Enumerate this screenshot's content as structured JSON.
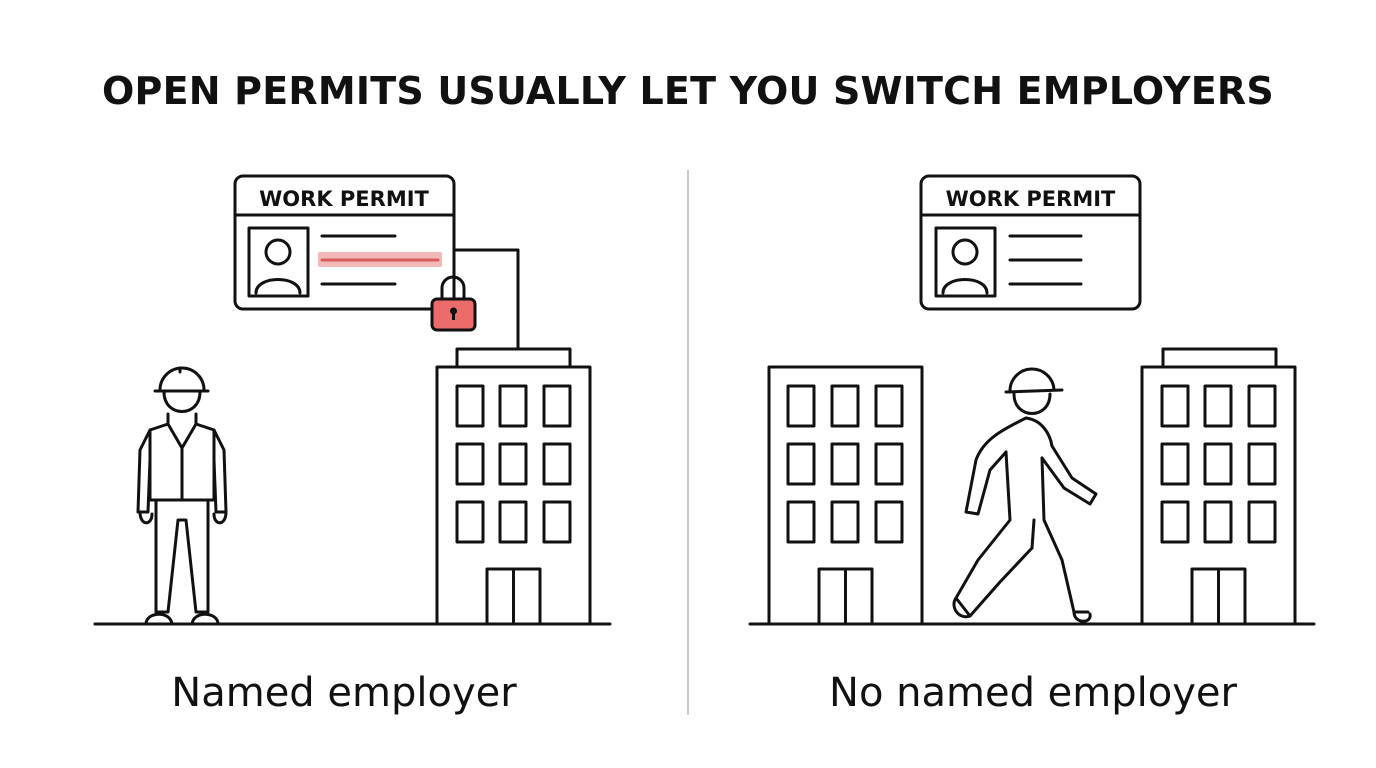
{
  "title": "OPEN PERMITS USUALLY LET YOU SWITCH EMPLOYERS",
  "left_panel": {
    "permit_label": "WORK PERMIT",
    "caption": "Named employer",
    "permit_locked": true,
    "icons": [
      "worker-standing-icon",
      "permit-card-icon",
      "lock-icon",
      "office-building-icon"
    ]
  },
  "right_panel": {
    "permit_label": "WORK PERMIT",
    "caption": "No named employer",
    "permit_locked": false,
    "icons": [
      "office-building-icon",
      "worker-walking-icon",
      "permit-card-icon",
      "office-building-icon"
    ]
  },
  "colors": {
    "ink": "#111111",
    "lock_fill": "#ec6b6b",
    "highlight": "#f3b9b9",
    "highlight_line": "#d95c5c",
    "divider": "#c8c8c8",
    "background": "#ffffff"
  }
}
